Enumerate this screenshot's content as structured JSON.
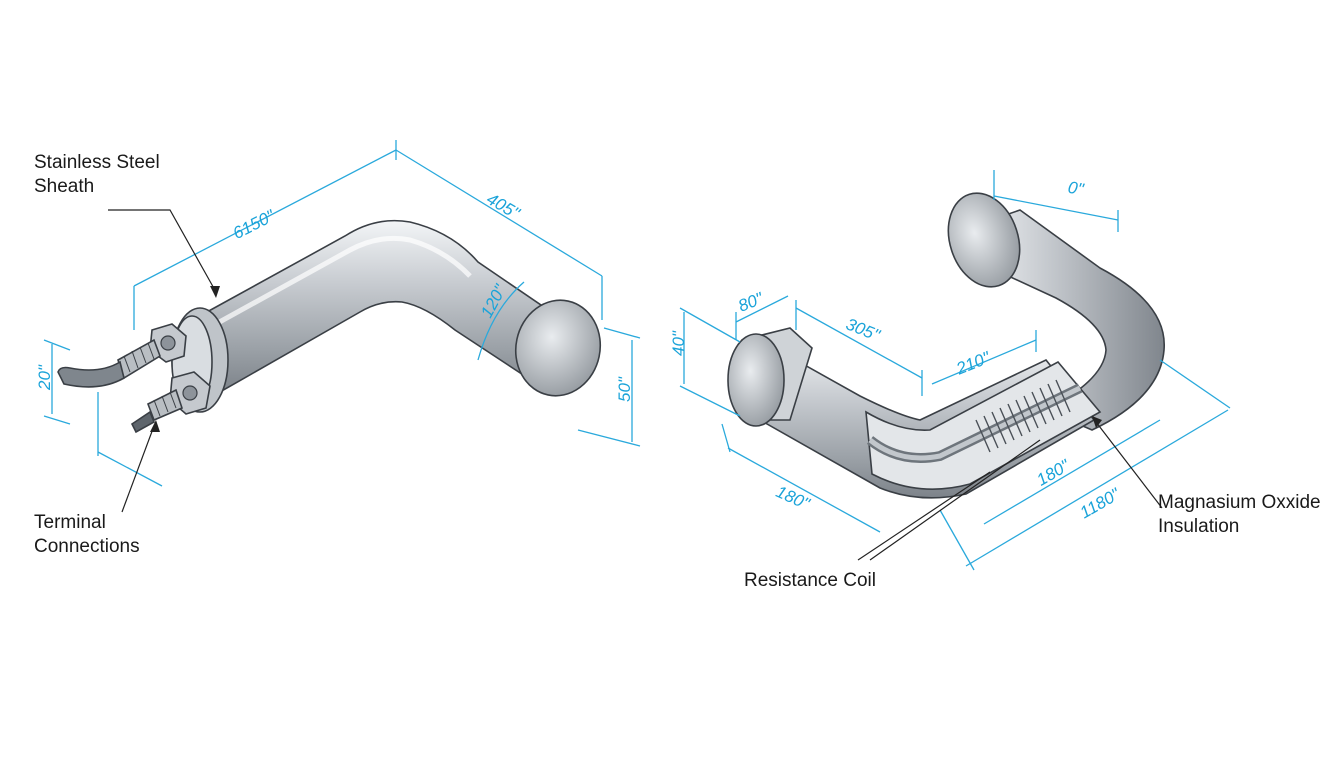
{
  "labels": {
    "sheath_line1": "Stainless Steel",
    "sheath_line2": "Sheath",
    "terminal_line1": "Terminal",
    "terminal_line2": "Connections",
    "coil": "Resistance Coil",
    "insulation_line1": "Magnasium Oxxide",
    "insulation_line2": "Insulation"
  },
  "dimensions": {
    "left_length": "6150\"",
    "left_top": "405\"",
    "left_bend": "120\"",
    "left_end_dia": "50\"",
    "left_terminal": "20\"",
    "right_top": "0\"",
    "right_end_dia": "40\"",
    "right_end_len": "80\"",
    "right_mid": "305\"",
    "right_inner": "210\"",
    "right_bottom_left": "180\"",
    "right_bottom_mid": "180\"",
    "right_total": "1180\""
  },
  "colors": {
    "dimension": "#2aa9dc",
    "metal_light": "#e6e9ec",
    "metal_dark": "#8a9096"
  }
}
